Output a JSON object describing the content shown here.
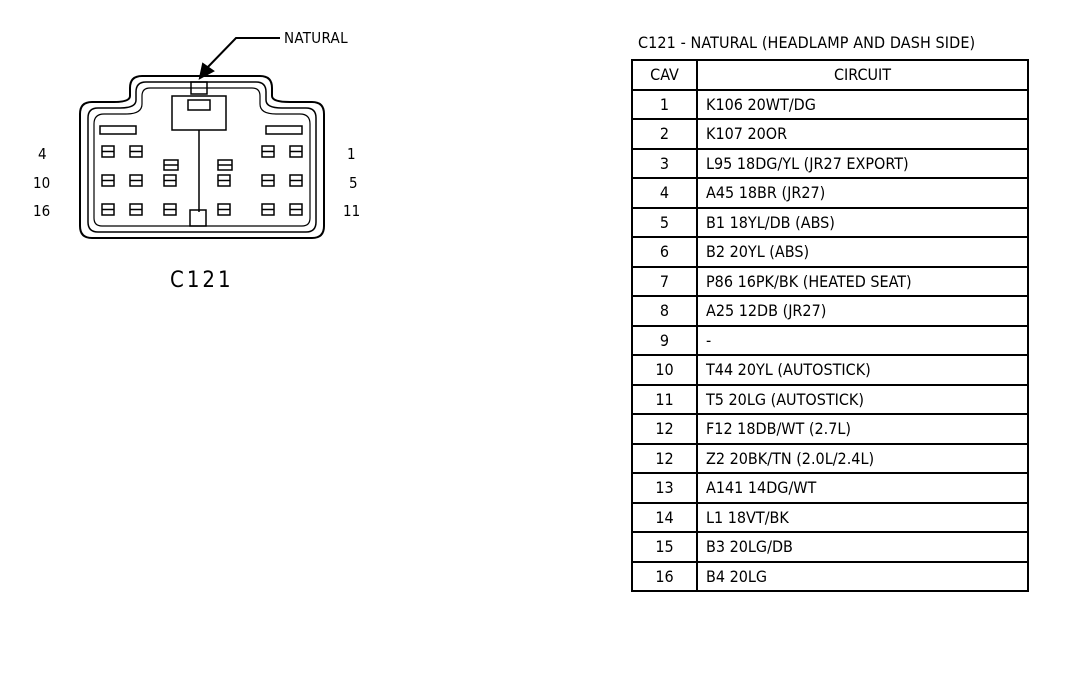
{
  "diagram": {
    "pointer_label": "NATURAL",
    "connector_name": "C121",
    "pin_labels_left": [
      "4",
      "10",
      "16"
    ],
    "pin_labels_right": [
      "1",
      "5",
      "11"
    ]
  },
  "table": {
    "title": "C121 - NATURAL (HEADLAMP AND DASH SIDE)",
    "headers": {
      "cav": "CAV",
      "circuit": "CIRCUIT"
    },
    "rows": [
      {
        "cav": "1",
        "circuit": "K106 20WT/DG"
      },
      {
        "cav": "2",
        "circuit": "K107 20OR"
      },
      {
        "cav": "3",
        "circuit": "L95 18DG/YL (JR27 EXPORT)"
      },
      {
        "cav": "4",
        "circuit": "A45 18BR (JR27)"
      },
      {
        "cav": "5",
        "circuit": "B1 18YL/DB (ABS)"
      },
      {
        "cav": "6",
        "circuit": "B2 20YL (ABS)"
      },
      {
        "cav": "7",
        "circuit": "P86 16PK/BK (HEATED SEAT)"
      },
      {
        "cav": "8",
        "circuit": "A25 12DB (JR27)"
      },
      {
        "cav": "9",
        "circuit": "-"
      },
      {
        "cav": "10",
        "circuit": "T44 20YL (AUTOSTICK)"
      },
      {
        "cav": "11",
        "circuit": "T5 20LG (AUTOSTICK)"
      },
      {
        "cav": "12",
        "circuit": "F12 18DB/WT (2.7L)"
      },
      {
        "cav": "12",
        "circuit": "Z2 20BK/TN (2.0L/2.4L)"
      },
      {
        "cav": "13",
        "circuit": "A141 14DG/WT"
      },
      {
        "cav": "14",
        "circuit": "L1 18VT/BK"
      },
      {
        "cav": "15",
        "circuit": "B3 20LG/DB"
      },
      {
        "cav": "16",
        "circuit": "B4 20LG"
      }
    ]
  }
}
